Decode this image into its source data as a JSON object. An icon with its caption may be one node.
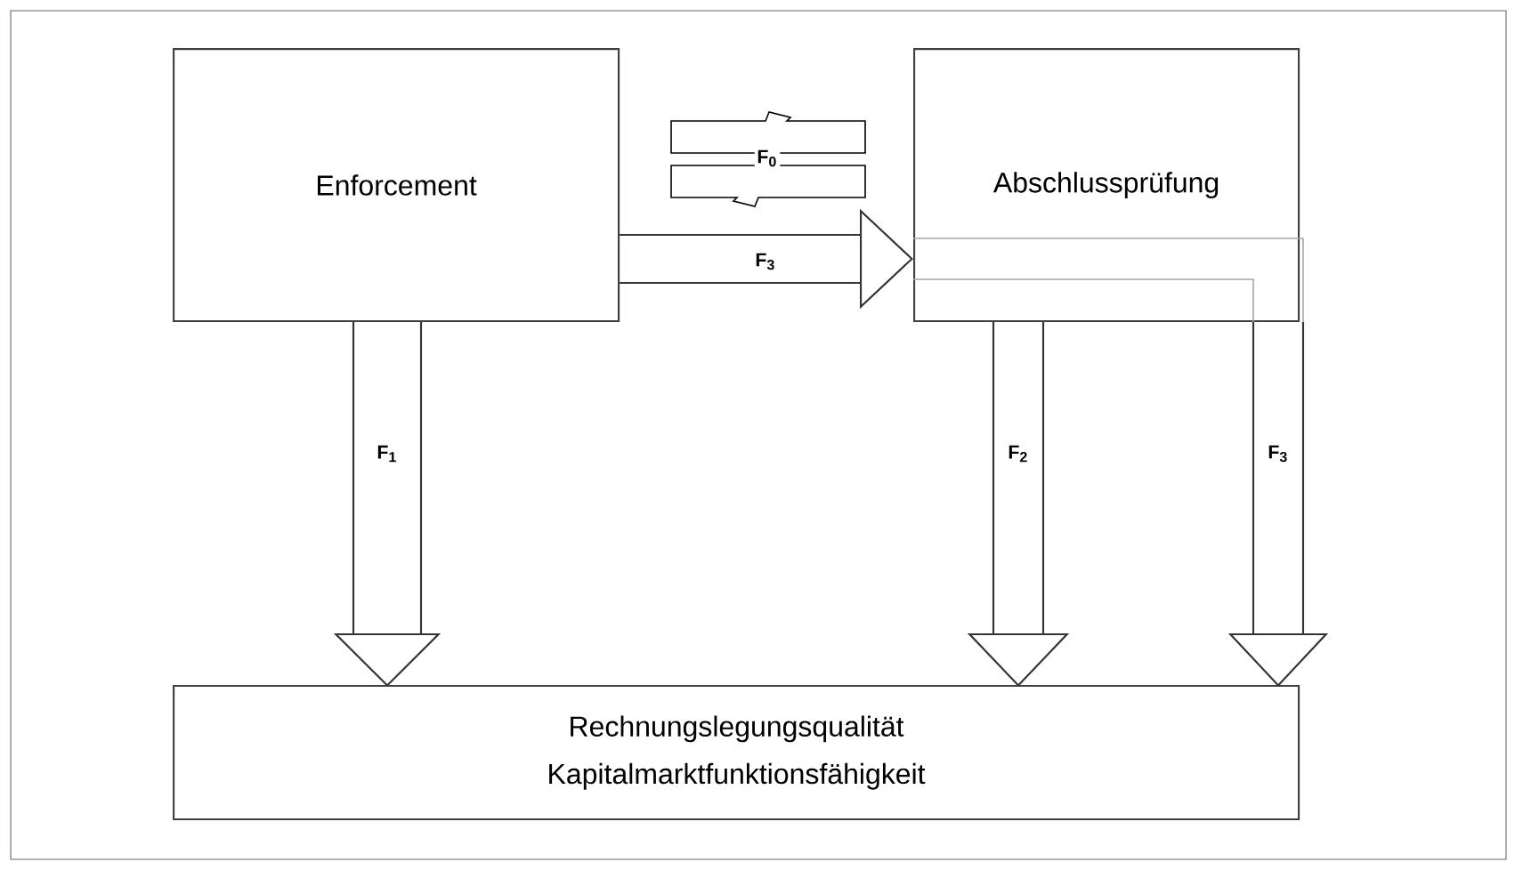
{
  "diagram": {
    "nodes": [
      {
        "text": [
          "Enforcement"
        ]
      },
      {
        "text": [
          "Abschlussprüfung"
        ]
      },
      {
        "text": [
          "Rechnungslegungsqualität",
          "Kapitalmarktfunktionsfähigkeit"
        ]
      }
    ],
    "edges": [
      {
        "from": 0,
        "to": 2,
        "arrow": "to",
        "label": "F$_{1}$"
      },
      {
        "from": 1,
        "to": 2,
        "arrow": "to",
        "label": "F$_{2}$"
      },
      {
        "from": 0,
        "to": 1,
        "arrow": "to",
        "label": "F$_{3}$"
      },
      {
        "from": 1,
        "to": 2,
        "arrow": "to",
        "label": "F$_{3}$"
      }
    ],
    "labels": [
      "F$_{0}$"
    ]
  }
}
